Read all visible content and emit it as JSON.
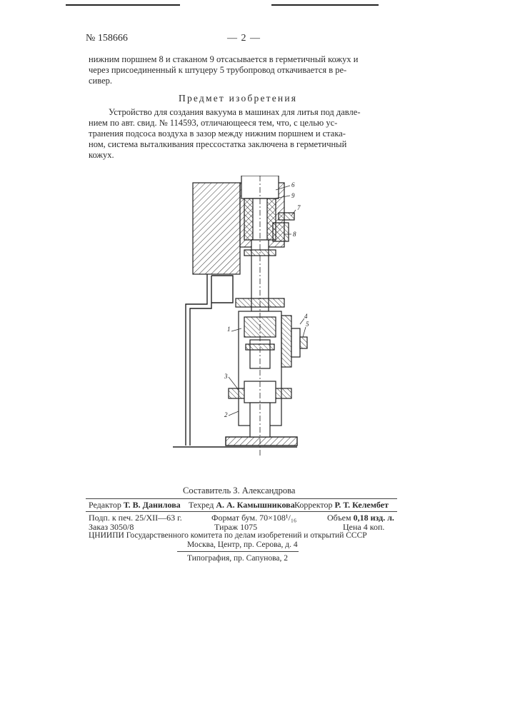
{
  "header": {
    "patent_number": "№ 158666",
    "page_indicator": "— 2 —"
  },
  "body": {
    "continuation_lines": [
      "нижним поршнем 8 и стаканом 9 отсасывается в герметичный кожух и",
      "через присоединенный к штуцеру 5 трубопровод откачивается в ре-",
      "сивер."
    ],
    "section_heading": "Предмет изобретения",
    "claim_lines": [
      "Устройство для создания вакуума в машинах для литья под давле-",
      "нием по авт. свид. № 114593, отличающееся тем, что, с целью ус-",
      "транения подсоса воздуха в зазор между нижним поршнем и стака-",
      "ном, система выталкивания прессостатка заключена в герметичный",
      "кожух."
    ]
  },
  "figure": {
    "labels": [
      "6",
      "9",
      "7",
      "8",
      "4",
      "5",
      "1",
      "3",
      "2"
    ]
  },
  "colophon": {
    "compiler": "Составитель З. Александрова",
    "editor_label": "Редактор",
    "editor_name": "Т. В. Данилова",
    "techred_label": "Техред",
    "techred_name": "А. А. Камышникова",
    "corrector_label": "Корректор",
    "corrector_name": "Р. Т. Келембет",
    "signed": "Подп. к печ. 25/XII—63 г.",
    "format": "Формат бум. 70×108¹/₁₆",
    "volume_label": "Объем",
    "volume_value": "0,18 изд. л.",
    "order": "Заказ 3050/8",
    "circulation": "Тираж 1075",
    "price": "Цена 4 коп.",
    "institute": "ЦНИИПИ Государственного комитета по делам изобретений и открытий СССР",
    "address": "Москва, Центр, пр. Серова, д. 4",
    "printer": "Типография, пр. Сапунова, 2"
  }
}
